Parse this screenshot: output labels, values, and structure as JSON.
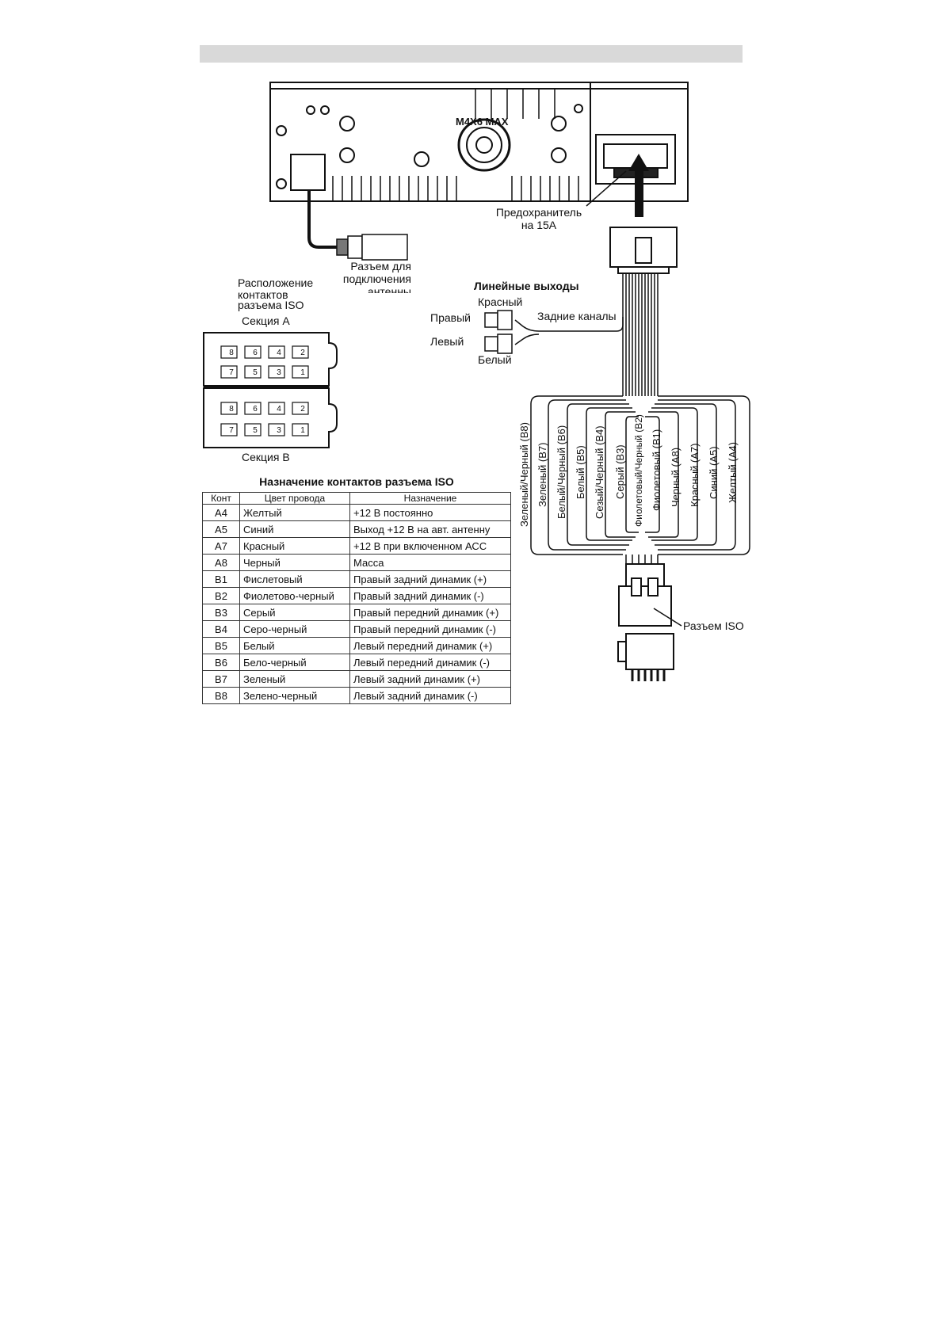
{
  "radio": {
    "model_label": "M4X6 MAX"
  },
  "fuse": {
    "line1": "Предохранитель",
    "line2": "на 15А"
  },
  "antenna": {
    "line1": "Разъем для",
    "line2": "подключения",
    "line3": "антенны"
  },
  "iso_layout": {
    "title_line1": "Расположение",
    "title_line2": "контактов",
    "title_line3": "разъема ISO",
    "section_a": "Секция А",
    "section_b": "Секция В",
    "pin_numbers_top": [
      "8",
      "6",
      "4",
      "2"
    ],
    "pin_numbers_bottom": [
      "7",
      "5",
      "3",
      "1"
    ]
  },
  "line_outputs": {
    "title": "Линейные выходы",
    "red": "Красный",
    "white": "Белый",
    "right": "Правый",
    "left": "Левый",
    "rear_channels": "Задние каналы"
  },
  "wires": [
    "Зеленый/Черный (B8)",
    "Зеленый (B7)",
    "Белый/Черный (B6)",
    "Белый (B5)",
    "Сезый/Черный (B4)",
    "Серый (B3)",
    "Фиолетовый/Черный (B2)",
    "Фиолетовый (B1)",
    "Черный (A8)",
    "Красный (A7)",
    "Синий (A5)",
    "Желтый  (A4)"
  ],
  "iso_connector_label": "Разъем ISO",
  "table": {
    "title": "Назначение контактов разъема ISO",
    "headers": [
      "Конт",
      "Цвет провода",
      "Назначение"
    ],
    "rows": [
      [
        "А4",
        "Желтый",
        "+12 В постоянно"
      ],
      [
        "А5",
        "Синий",
        "Выход +12 В на авт. антенну"
      ],
      [
        "А7",
        "Красный",
        "+12 В при включенном АСС"
      ],
      [
        "А8",
        "Черный",
        "Масса"
      ],
      [
        "В1",
        "Фислетовый",
        "Правый задний динамик (+)"
      ],
      [
        "В2",
        "Фиолетово-черный",
        "Правый задний динамик (-)"
      ],
      [
        "В3",
        "Серый",
        "Правый передний динамик (+)"
      ],
      [
        "В4",
        "Серо-черный",
        "Правый передний динамик (-)"
      ],
      [
        "В5",
        "Белый",
        "Левый передний динамик (+)"
      ],
      [
        "В6",
        "Бело-черный",
        "Левый передний динамик (-)"
      ],
      [
        "В7",
        "Зеленый",
        "Левый задний динамик (+)"
      ],
      [
        "В8",
        "Зелено-черный",
        "Левый задний динамик (-)"
      ]
    ]
  }
}
